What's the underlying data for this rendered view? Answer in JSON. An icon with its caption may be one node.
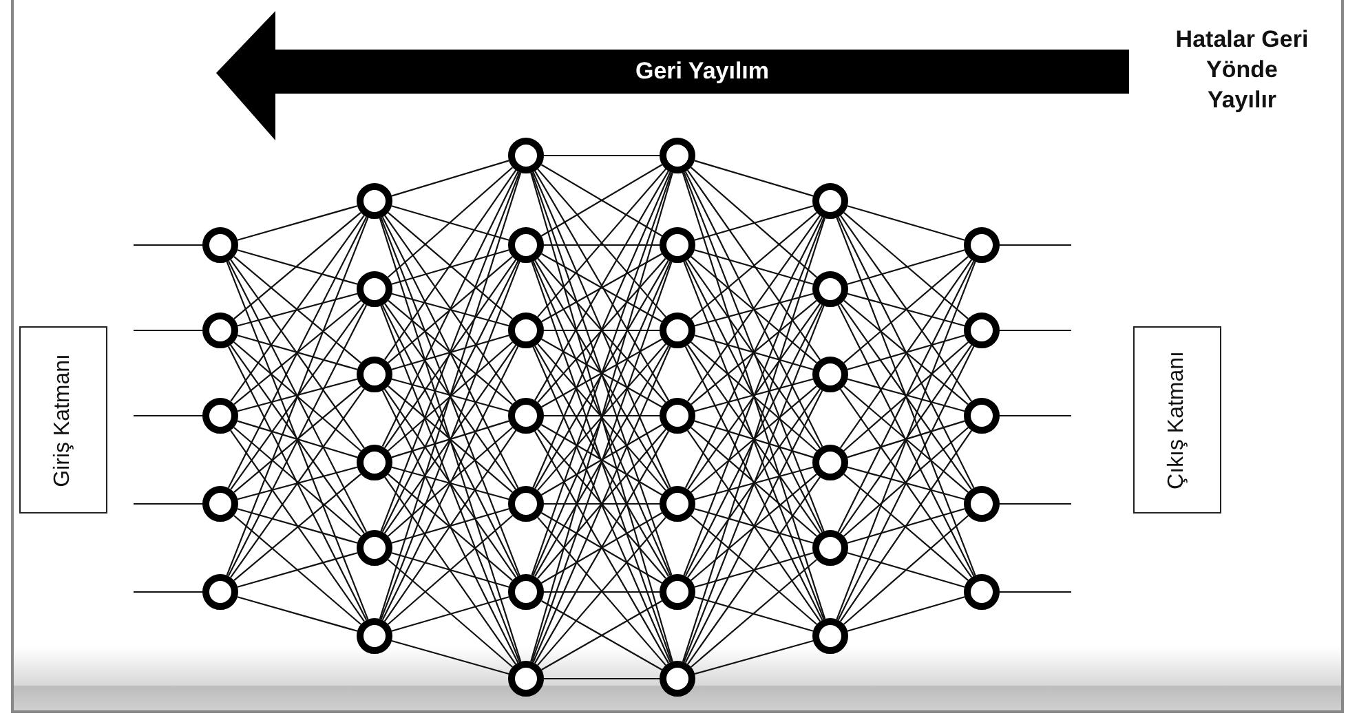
{
  "diagram": {
    "nodes": [
      {
        "text": [
          "Giriş Katmanı"
        ]
      },
      {
        "text": [],
        "shape": "circle"
      },
      {
        "text": [],
        "shape": "circle"
      },
      {
        "text": [],
        "shape": "circle"
      },
      {
        "text": [],
        "shape": "circle"
      },
      {
        "text": [],
        "shape": "circle"
      },
      {
        "text": [],
        "shape": "circle"
      },
      {
        "text": [],
        "shape": "circle"
      },
      {
        "text": [],
        "shape": "circle"
      },
      {
        "text": [],
        "shape": "circle"
      },
      {
        "text": [],
        "shape": "circle"
      },
      {
        "text": [],
        "shape": "circle"
      },
      {
        "text": [],
        "shape": "circle"
      },
      {
        "text": [],
        "shape": "circle"
      },
      {
        "text": [],
        "shape": "circle"
      },
      {
        "text": [],
        "shape": "circle"
      },
      {
        "text": [],
        "shape": "circle"
      },
      {
        "text": [],
        "shape": "circle"
      },
      {
        "text": [],
        "shape": "circle"
      },
      {
        "text": [],
        "shape": "circle"
      },
      {
        "text": [],
        "shape": "circle"
      },
      {
        "text": [],
        "shape": "circle"
      },
      {
        "text": [],
        "shape": "circle"
      },
      {
        "text": [],
        "shape": "circle"
      },
      {
        "text": [],
        "shape": "circle"
      },
      {
        "text": [],
        "shape": "circle"
      },
      {
        "text": [],
        "shape": "circle"
      },
      {
        "text": [],
        "shape": "circle"
      },
      {
        "text": [],
        "shape": "circle"
      },
      {
        "text": [],
        "shape": "circle"
      },
      {
        "text": [],
        "shape": "circle"
      },
      {
        "text": [],
        "shape": "circle"
      },
      {
        "text": [],
        "shape": "circle"
      },
      {
        "text": [],
        "shape": "circle"
      },
      {
        "text": [],
        "shape": "circle"
      },
      {
        "text": [],
        "shape": "circle"
      },
      {
        "text": [],
        "shape": "circle"
      },
      {
        "text": [
          "Çıkış Katmanı"
        ]
      }
    ],
    "edges": [
      {
        "from": null,
        "to": 1,
        "arrow": "none"
      },
      {
        "from": null,
        "to": 2,
        "arrow": "none"
      },
      {
        "from": null,
        "to": 3,
        "arrow": "none"
      },
      {
        "from": null,
        "to": 4,
        "arrow": "none"
      },
      {
        "from": null,
        "to": 5,
        "arrow": "none"
      },
      {
        "from": 1,
        "to": 6,
        "arrow": "none"
      },
      {
        "from": 1,
        "to": 7,
        "arrow": "none"
      },
      {
        "from": 1,
        "to": 8,
        "arrow": "none"
      },
      {
        "from": 1,
        "to": 9,
        "arrow": "none"
      },
      {
        "from": 1,
        "to": 10,
        "arrow": "none"
      },
      {
        "from": 1,
        "to": 11,
        "arrow": "none"
      },
      {
        "from": 2,
        "to": 6,
        "arrow": "none"
      },
      {
        "from": 2,
        "to": 7,
        "arrow": "none"
      },
      {
        "from": 2,
        "to": 8,
        "arrow": "none"
      },
      {
        "from": 2,
        "to": 9,
        "arrow": "none"
      },
      {
        "from": 2,
        "to": 10,
        "arrow": "none"
      },
      {
        "from": 2,
        "to": 11,
        "arrow": "none"
      },
      {
        "from": 3,
        "to": 6,
        "arrow": "none"
      },
      {
        "from": 3,
        "to": 7,
        "arrow": "none"
      },
      {
        "from": 3,
        "to": 8,
        "arrow": "none"
      },
      {
        "from": 3,
        "to": 9,
        "arrow": "none"
      },
      {
        "from": 3,
        "to": 10,
        "arrow": "none"
      },
      {
        "from": 3,
        "to": 11,
        "arrow": "none"
      },
      {
        "from": 4,
        "to": 6,
        "arrow": "none"
      },
      {
        "from": 4,
        "to": 7,
        "arrow": "none"
      },
      {
        "from": 4,
        "to": 8,
        "arrow": "none"
      },
      {
        "from": 4,
        "to": 9,
        "arrow": "none"
      },
      {
        "from": 4,
        "to": 10,
        "arrow": "none"
      },
      {
        "from": 4,
        "to": 11,
        "arrow": "none"
      },
      {
        "from": 5,
        "to": 6,
        "arrow": "none"
      },
      {
        "from": 5,
        "to": 7,
        "arrow": "none"
      },
      {
        "from": 5,
        "to": 8,
        "arrow": "none"
      },
      {
        "from": 5,
        "to": 9,
        "arrow": "none"
      },
      {
        "from": 5,
        "to": 10,
        "arrow": "none"
      },
      {
        "from": 5,
        "to": 11,
        "arrow": "none"
      },
      {
        "from": 6,
        "to": 12,
        "arrow": "none"
      },
      {
        "from": 6,
        "to": 13,
        "arrow": "none"
      },
      {
        "from": 6,
        "to": 14,
        "arrow": "none"
      },
      {
        "from": 6,
        "to": 15,
        "arrow": "none"
      },
      {
        "from": 6,
        "to": 16,
        "arrow": "none"
      },
      {
        "from": 6,
        "to": 17,
        "arrow": "none"
      },
      {
        "from": 6,
        "to": 18,
        "arrow": "none"
      },
      {
        "from": 7,
        "to": 12,
        "arrow": "none"
      },
      {
        "from": 7,
        "to": 13,
        "arrow": "none"
      },
      {
        "from": 7,
        "to": 14,
        "arrow": "none"
      },
      {
        "from": 7,
        "to": 15,
        "arrow": "none"
      },
      {
        "from": 7,
        "to": 16,
        "arrow": "none"
      },
      {
        "from": 7,
        "to": 17,
        "arrow": "none"
      },
      {
        "from": 7,
        "to": 18,
        "arrow": "none"
      },
      {
        "from": 8,
        "to": 12,
        "arrow": "none"
      },
      {
        "from": 8,
        "to": 13,
        "arrow": "none"
      },
      {
        "from": 8,
        "to": 14,
        "arrow": "none"
      },
      {
        "from": 8,
        "to": 15,
        "arrow": "none"
      },
      {
        "from": 8,
        "to": 16,
        "arrow": "none"
      },
      {
        "from": 8,
        "to": 17,
        "arrow": "none"
      },
      {
        "from": 8,
        "to": 18,
        "arrow": "none"
      },
      {
        "from": 9,
        "to": 12,
        "arrow": "none"
      },
      {
        "from": 9,
        "to": 13,
        "arrow": "none"
      },
      {
        "from": 9,
        "to": 14,
        "arrow": "none"
      },
      {
        "from": 9,
        "to": 15,
        "arrow": "none"
      },
      {
        "from": 9,
        "to": 16,
        "arrow": "none"
      },
      {
        "from": 9,
        "to": 17,
        "arrow": "none"
      },
      {
        "from": 9,
        "to": 18,
        "arrow": "none"
      },
      {
        "from": 10,
        "to": 12,
        "arrow": "none"
      },
      {
        "from": 10,
        "to": 13,
        "arrow": "none"
      },
      {
        "from": 10,
        "to": 14,
        "arrow": "none"
      },
      {
        "from": 10,
        "to": 15,
        "arrow": "none"
      },
      {
        "from": 10,
        "to": 16,
        "arrow": "none"
      },
      {
        "from": 10,
        "to": 17,
        "arrow": "none"
      },
      {
        "from": 10,
        "to": 18,
        "arrow": "none"
      },
      {
        "from": 11,
        "to": 12,
        "arrow": "none"
      },
      {
        "from": 11,
        "to": 13,
        "arrow": "none"
      },
      {
        "from": 11,
        "to": 14,
        "arrow": "none"
      },
      {
        "from": 11,
        "to": 15,
        "arrow": "none"
      },
      {
        "from": 11,
        "to": 16,
        "arrow": "none"
      },
      {
        "from": 11,
        "to": 17,
        "arrow": "none"
      },
      {
        "from": 11,
        "to": 18,
        "arrow": "none"
      },
      {
        "from": 12,
        "to": 19,
        "arrow": "none"
      },
      {
        "from": 12,
        "to": 20,
        "arrow": "none"
      },
      {
        "from": 12,
        "to": 21,
        "arrow": "none"
      },
      {
        "from": 12,
        "to": 22,
        "arrow": "none"
      },
      {
        "from": 12,
        "to": 23,
        "arrow": "none"
      },
      {
        "from": 12,
        "to": 24,
        "arrow": "none"
      },
      {
        "from": 12,
        "to": 25,
        "arrow": "none"
      },
      {
        "from": 13,
        "to": 19,
        "arrow": "none"
      },
      {
        "from": 13,
        "to": 20,
        "arrow": "none"
      },
      {
        "from": 13,
        "to": 21,
        "arrow": "none"
      },
      {
        "from": 13,
        "to": 22,
        "arrow": "none"
      },
      {
        "from": 13,
        "to": 23,
        "arrow": "none"
      },
      {
        "from": 13,
        "to": 24,
        "arrow": "none"
      },
      {
        "from": 13,
        "to": 25,
        "arrow": "none"
      },
      {
        "from": 14,
        "to": 19,
        "arrow": "none"
      },
      {
        "from": 14,
        "to": 20,
        "arrow": "none"
      },
      {
        "from": 14,
        "to": 21,
        "arrow": "none"
      },
      {
        "from": 14,
        "to": 22,
        "arrow": "none"
      },
      {
        "from": 14,
        "to": 23,
        "arrow": "none"
      },
      {
        "from": 14,
        "to": 24,
        "arrow": "none"
      },
      {
        "from": 14,
        "to": 25,
        "arrow": "none"
      },
      {
        "from": 15,
        "to": 19,
        "arrow": "none"
      },
      {
        "from": 15,
        "to": 20,
        "arrow": "none"
      },
      {
        "from": 15,
        "to": 21,
        "arrow": "none"
      },
      {
        "from": 15,
        "to": 22,
        "arrow": "none"
      },
      {
        "from": 15,
        "to": 23,
        "arrow": "none"
      },
      {
        "from": 15,
        "to": 24,
        "arrow": "none"
      },
      {
        "from": 15,
        "to": 25,
        "arrow": "none"
      },
      {
        "from": 16,
        "to": 19,
        "arrow": "none"
      },
      {
        "from": 16,
        "to": 20,
        "arrow": "none"
      },
      {
        "from": 16,
        "to": 21,
        "arrow": "none"
      },
      {
        "from": 16,
        "to": 22,
        "arrow": "none"
      },
      {
        "from": 16,
        "to": 23,
        "arrow": "none"
      },
      {
        "from": 16,
        "to": 24,
        "arrow": "none"
      },
      {
        "from": 16,
        "to": 25,
        "arrow": "none"
      },
      {
        "from": 17,
        "to": 19,
        "arrow": "none"
      },
      {
        "from": 17,
        "to": 20,
        "arrow": "none"
      },
      {
        "from": 17,
        "to": 21,
        "arrow": "none"
      },
      {
        "from": 17,
        "to": 22,
        "arrow": "none"
      },
      {
        "from": 17,
        "to": 23,
        "arrow": "none"
      },
      {
        "from": 17,
        "to": 24,
        "arrow": "none"
      },
      {
        "from": 17,
        "to": 25,
        "arrow": "none"
      },
      {
        "from": 18,
        "to": 19,
        "arrow": "none"
      },
      {
        "from": 18,
        "to": 20,
        "arrow": "none"
      },
      {
        "from": 18,
        "to": 21,
        "arrow": "none"
      },
      {
        "from": 18,
        "to": 22,
        "arrow": "none"
      },
      {
        "from": 18,
        "to": 23,
        "arrow": "none"
      },
      {
        "from": 18,
        "to": 24,
        "arrow": "none"
      },
      {
        "from": 18,
        "to": 25,
        "arrow": "none"
      },
      {
        "from": 19,
        "to": 26,
        "arrow": "none"
      },
      {
        "from": 19,
        "to": 27,
        "arrow": "none"
      },
      {
        "from": 19,
        "to": 28,
        "arrow": "none"
      },
      {
        "from": 19,
        "to": 29,
        "arrow": "none"
      },
      {
        "from": 19,
        "to": 30,
        "arrow": "none"
      },
      {
        "from": 19,
        "to": 31,
        "arrow": "none"
      },
      {
        "from": 20,
        "to": 26,
        "arrow": "none"
      },
      {
        "from": 20,
        "to": 27,
        "arrow": "none"
      },
      {
        "from": 20,
        "to": 28,
        "arrow": "none"
      },
      {
        "from": 20,
        "to": 29,
        "arrow": "none"
      },
      {
        "from": 20,
        "to": 30,
        "arrow": "none"
      },
      {
        "from": 20,
        "to": 31,
        "arrow": "none"
      },
      {
        "from": 21,
        "to": 26,
        "arrow": "none"
      },
      {
        "from": 21,
        "to": 27,
        "arrow": "none"
      },
      {
        "from": 21,
        "to": 28,
        "arrow": "none"
      },
      {
        "from": 21,
        "to": 29,
        "arrow": "none"
      },
      {
        "from": 21,
        "to": 30,
        "arrow": "none"
      },
      {
        "from": 21,
        "to": 31,
        "arrow": "none"
      },
      {
        "from": 22,
        "to": 26,
        "arrow": "none"
      },
      {
        "from": 22,
        "to": 27,
        "arrow": "none"
      },
      {
        "from": 22,
        "to": 28,
        "arrow": "none"
      },
      {
        "from": 22,
        "to": 29,
        "arrow": "none"
      },
      {
        "from": 22,
        "to": 30,
        "arrow": "none"
      },
      {
        "from": 22,
        "to": 31,
        "arrow": "none"
      },
      {
        "from": 23,
        "to": 26,
        "arrow": "none"
      },
      {
        "from": 23,
        "to": 27,
        "arrow": "none"
      },
      {
        "from": 23,
        "to": 28,
        "arrow": "none"
      },
      {
        "from": 23,
        "to": 29,
        "arrow": "none"
      },
      {
        "from": 23,
        "to": 30,
        "arrow": "none"
      },
      {
        "from": 23,
        "to": 31,
        "arrow": "none"
      },
      {
        "from": 24,
        "to": 26,
        "arrow": "none"
      },
      {
        "from": 24,
        "to": 27,
        "arrow": "none"
      },
      {
        "from": 24,
        "to": 28,
        "arrow": "none"
      },
      {
        "from": 24,
        "to": 29,
        "arrow": "none"
      },
      {
        "from": 24,
        "to": 30,
        "arrow": "none"
      },
      {
        "from": 24,
        "to": 31,
        "arrow": "none"
      },
      {
        "from": 25,
        "to": 26,
        "arrow": "none"
      },
      {
        "from": 25,
        "to": 27,
        "arrow": "none"
      },
      {
        "from": 25,
        "to": 28,
        "arrow": "none"
      },
      {
        "from": 25,
        "to": 29,
        "arrow": "none"
      },
      {
        "from": 25,
        "to": 30,
        "arrow": "none"
      },
      {
        "from": 25,
        "to": 31,
        "arrow": "none"
      },
      {
        "from": 26,
        "to": 32,
        "arrow": "none"
      },
      {
        "from": 26,
        "to": 33,
        "arrow": "none"
      },
      {
        "from": 26,
        "to": 34,
        "arrow": "none"
      },
      {
        "from": 26,
        "to": 35,
        "arrow": "none"
      },
      {
        "from": 26,
        "to": 36,
        "arrow": "none"
      },
      {
        "from": 27,
        "to": 32,
        "arrow": "none"
      },
      {
        "from": 27,
        "to": 33,
        "arrow": "none"
      },
      {
        "from": 27,
        "to": 34,
        "arrow": "none"
      },
      {
        "from": 27,
        "to": 35,
        "arrow": "none"
      },
      {
        "from": 27,
        "to": 36,
        "arrow": "none"
      },
      {
        "from": 28,
        "to": 32,
        "arrow": "none"
      },
      {
        "from": 28,
        "to": 33,
        "arrow": "none"
      },
      {
        "from": 28,
        "to": 34,
        "arrow": "none"
      },
      {
        "from": 28,
        "to": 35,
        "arrow": "none"
      },
      {
        "from": 28,
        "to": 36,
        "arrow": "none"
      },
      {
        "from": 29,
        "to": 32,
        "arrow": "none"
      },
      {
        "from": 29,
        "to": 33,
        "arrow": "none"
      },
      {
        "from": 29,
        "to": 34,
        "arrow": "none"
      },
      {
        "from": 29,
        "to": 35,
        "arrow": "none"
      },
      {
        "from": 29,
        "to": 36,
        "arrow": "none"
      },
      {
        "from": 30,
        "to": 32,
        "arrow": "none"
      },
      {
        "from": 30,
        "to": 33,
        "arrow": "none"
      },
      {
        "from": 30,
        "to": 34,
        "arrow": "none"
      },
      {
        "from": 30,
        "to": 35,
        "arrow": "none"
      },
      {
        "from": 30,
        "to": 36,
        "arrow": "none"
      },
      {
        "from": 31,
        "to": 32,
        "arrow": "none"
      },
      {
        "from": 31,
        "to": 33,
        "arrow": "none"
      },
      {
        "from": 31,
        "to": 34,
        "arrow": "none"
      },
      {
        "from": 31,
        "to": 35,
        "arrow": "none"
      },
      {
        "from": 31,
        "to": 36,
        "arrow": "none"
      },
      {
        "from": 32,
        "to": null,
        "arrow": "none"
      },
      {
        "from": 33,
        "to": null,
        "arrow": "none"
      },
      {
        "from": 34,
        "to": null,
        "arrow": "none"
      },
      {
        "from": 35,
        "to": null,
        "arrow": "none"
      },
      {
        "from": 36,
        "to": null,
        "arrow": "none"
      }
    ],
    "labels": [
      "Geri Yayılım",
      "Hatalar Geri Yönde Yayılır"
    ]
  }
}
